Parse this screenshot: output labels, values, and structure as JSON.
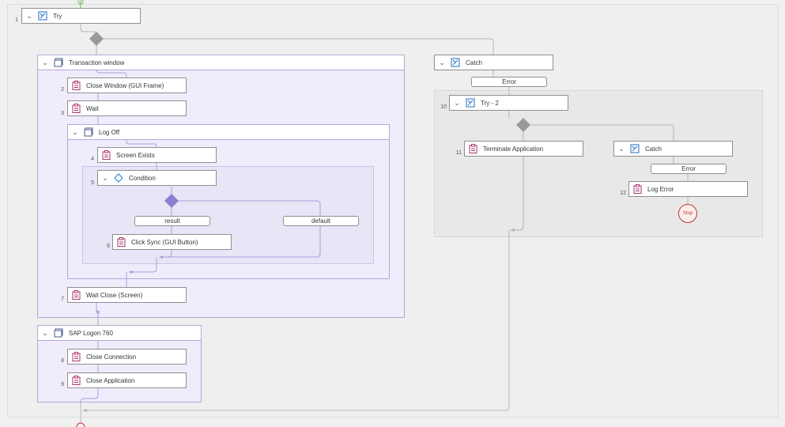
{
  "nodes": {
    "try": {
      "label": "Try",
      "num": "1"
    },
    "transaction_window": {
      "label": "Transaction window"
    },
    "close_window": {
      "label": "Close Window (GUI Frame)",
      "num": "2"
    },
    "wait": {
      "label": "Wait",
      "num": "3"
    },
    "log_off": {
      "label": "Log Off"
    },
    "screen_exists": {
      "label": "Screen Exists",
      "num": "4"
    },
    "condition": {
      "label": "Condition",
      "num": "5"
    },
    "click_sync": {
      "label": "Click Sync (GUI Button)",
      "num": "6"
    },
    "wait_close": {
      "label": "Wait Close (Screen)",
      "num": "7"
    },
    "sap_logon": {
      "label": "SAP Logon 760"
    },
    "close_connection": {
      "label": "Close Connection",
      "num": "8"
    },
    "close_application": {
      "label": "Close Application",
      "num": "9"
    },
    "catch": {
      "label": "Catch"
    },
    "try2": {
      "label": "Try - 2",
      "num": "10"
    },
    "terminate_app": {
      "label": "Terminate Application",
      "num": "11"
    },
    "catch2": {
      "label": "Catch"
    },
    "log_error": {
      "label": "Log Error",
      "num": "12"
    }
  },
  "pills": {
    "error1": "Error",
    "error2": "Error",
    "result": "result",
    "default": "default"
  },
  "stop_label": "Stop",
  "colors": {
    "step_icon": "#a8326e",
    "try_icon": "#1f6bc4",
    "screen_icon": "#4b5b8c",
    "condition_icon": "#1f7ad0",
    "gateway_gray": "#9a9a9a",
    "gateway_purple": "#8a80cf",
    "connector": "#a99fd8",
    "connector_gray": "#b5b5b5"
  }
}
